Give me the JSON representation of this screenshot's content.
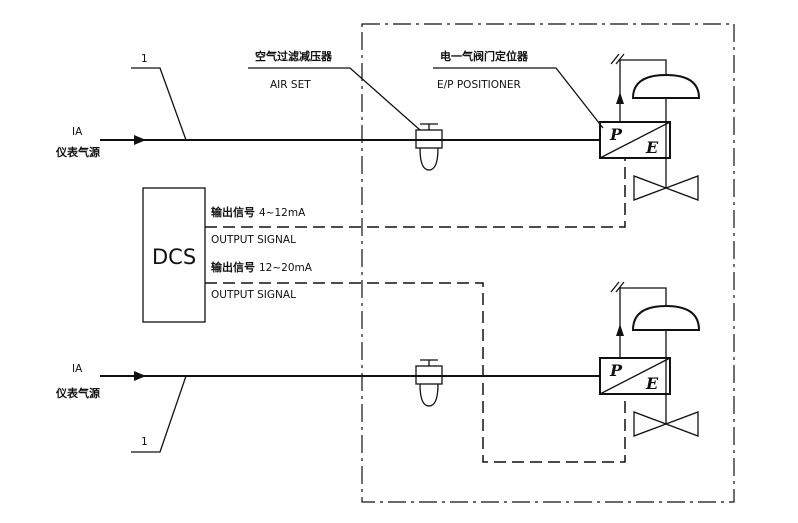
{
  "labels": {
    "callout_top": "1",
    "callout_bottom": "1",
    "air_set_cn": "空气过滤减压器",
    "air_set_en": "AIR SET",
    "positioner_cn": "电一气阀门定位器",
    "positioner_en": "E/P POSITIONER",
    "ia_top": "IA",
    "ia_top_cn": "仪表气源",
    "ia_bottom": "IA",
    "ia_bottom_cn": "仪表气源",
    "dcs": "DCS",
    "signal1_cn": "输出信号",
    "signal1_range": "4~12mA",
    "signal1_en": "OUTPUT SIGNAL",
    "signal2_cn": "输出信号",
    "signal2_range": "12~20mA",
    "signal2_en": "OUTPUT SIGNAL",
    "p_top": "P",
    "e_top": "E",
    "p_bottom": "P",
    "e_bottom": "E"
  }
}
